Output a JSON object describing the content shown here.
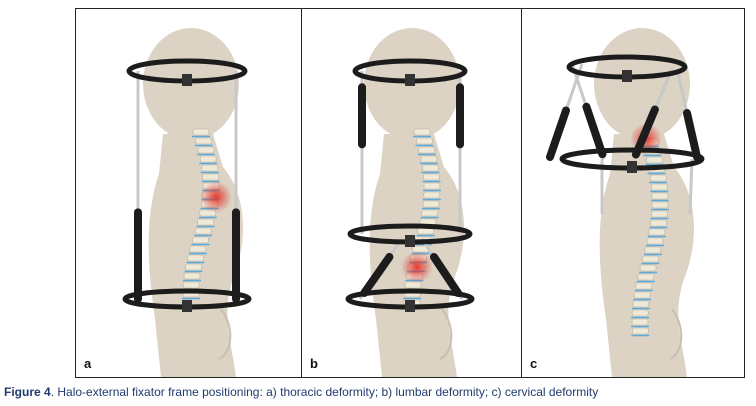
{
  "figure": {
    "panels": [
      {
        "label": "a",
        "deformity": "thoracic"
      },
      {
        "label": "b",
        "deformity": "lumbar"
      },
      {
        "label": "c",
        "deformity": "cervical"
      }
    ],
    "caption_label": "Figure 4",
    "caption_text": ". Halo-external fixator frame positioning: a) thoracic deformity; b) lumbar deformity; c) cervical deformity"
  },
  "colors": {
    "silhouette": "#dcd3c5",
    "frame": "#1c1c1c",
    "rod": "#c8c8c8",
    "disc": "#5aa9dc",
    "lesion": "#e2322a"
  }
}
